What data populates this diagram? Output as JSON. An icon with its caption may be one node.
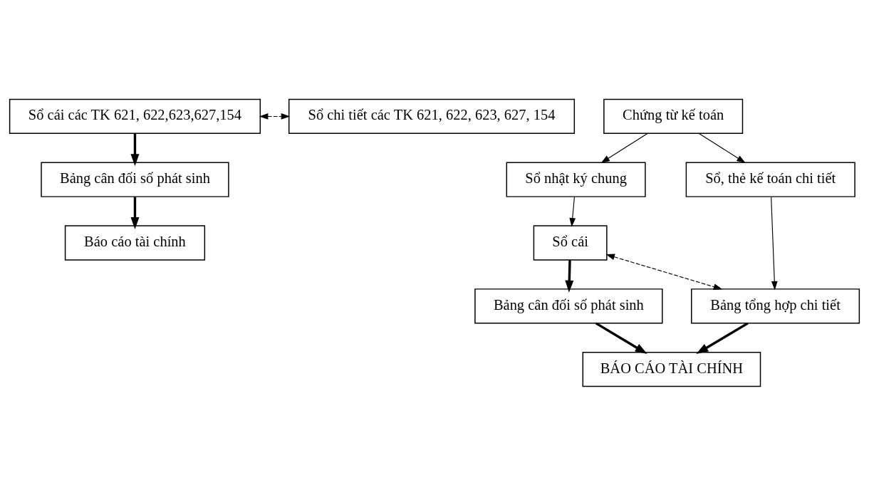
{
  "diagram": {
    "nodes": [
      {
        "text": [
          "Sổ cái các TK 621, 622,623,627,154"
        ]
      },
      {
        "text": [
          "Chứng từ kế toán"
        ]
      },
      {
        "text": [
          "Sổ chi tiết các TK 621, 622, 623, 627, 154"
        ]
      },
      {
        "text": [
          "Sổ nhật ký chung"
        ]
      },
      {
        "text": [
          "Bảng cân đối số phát sinh"
        ]
      },
      {
        "text": [
          "Sổ, thẻ kế toán chi tiết"
        ]
      },
      {
        "text": [
          "Sổ cái"
        ]
      },
      {
        "text": [
          "Báo cáo tài chính"
        ]
      },
      {
        "text": [
          "Bảng tổng hợp chi tiết"
        ]
      },
      {
        "text": [
          "Bảng cân đối số phát sinh"
        ]
      },
      {
        "text": [
          "BÁO CÁO TÀI CHÍNH"
        ]
      }
    ],
    "edges": [
      {
        "from": 0,
        "to": 2,
        "arrow": "both",
        "style": "dashed"
      },
      {
        "from": 1,
        "to": 3,
        "arrow": "to"
      },
      {
        "from": 0,
        "to": 4,
        "arrow": "to",
        "style": "thick"
      },
      {
        "from": 1,
        "to": 5,
        "arrow": "to"
      },
      {
        "from": 3,
        "to": 6,
        "arrow": "to"
      },
      {
        "from": 4,
        "to": 7,
        "arrow": "to",
        "style": "thick"
      },
      {
        "from": 5,
        "to": 8,
        "arrow": "to"
      },
      {
        "from": 6,
        "to": 8,
        "arrow": "both",
        "style": "dashed"
      },
      {
        "from": 6,
        "to": 9,
        "arrow": "to",
        "style": "thick"
      },
      {
        "from": 9,
        "to": 10,
        "arrow": "to",
        "style": "thick"
      },
      {
        "from": 8,
        "to": 10,
        "arrow": "to",
        "style": "thick"
      }
    ]
  }
}
